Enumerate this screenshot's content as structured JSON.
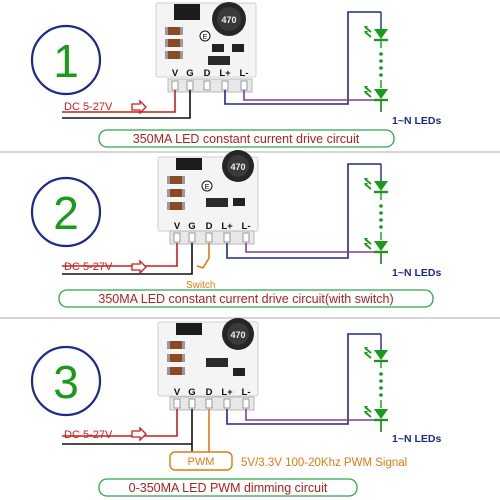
{
  "sections": [
    {
      "number": "1",
      "caption": "350MA LED constant current drive circuit",
      "dc_label": "DC 5-27V",
      "led_label": "1~N LEDs",
      "pins": [
        "V",
        "G",
        "D",
        "L+",
        "L-"
      ],
      "inductor_label": "470"
    },
    {
      "number": "2",
      "caption": "350MA LED constant current drive circuit(with switch)",
      "dc_label": "DC 5-27V",
      "led_label": "1~N LEDs",
      "switch_label": "Switch",
      "pins": [
        "V",
        "G",
        "D",
        "L+",
        "L-"
      ],
      "inductor_label": "470"
    },
    {
      "number": "3",
      "caption": "0-350MA LED PWM dimming circuit",
      "dc_label": "DC 5-27V",
      "led_label": "1~N LEDs",
      "pwm_box_label": "PWM",
      "pwm_signal_label": "5V/3.3V 100-20Khz PWM Signal",
      "pins": [
        "V",
        "G",
        "D",
        "L+",
        "L-"
      ],
      "inductor_label": "470"
    }
  ],
  "colors": {
    "number_circle": "#1e2a8a",
    "number_text": "#1a9a1a",
    "caption_border": "#2aa84a",
    "caption_text": "#b02020",
    "dc_wire": "#c81e1e",
    "gnd_wire": "#111111",
    "led_wire": "#1e2a8a",
    "led_neg_wire": "#8a3a9a",
    "led_symbol": "#1a9a1a",
    "pwm": "#e07a10"
  }
}
